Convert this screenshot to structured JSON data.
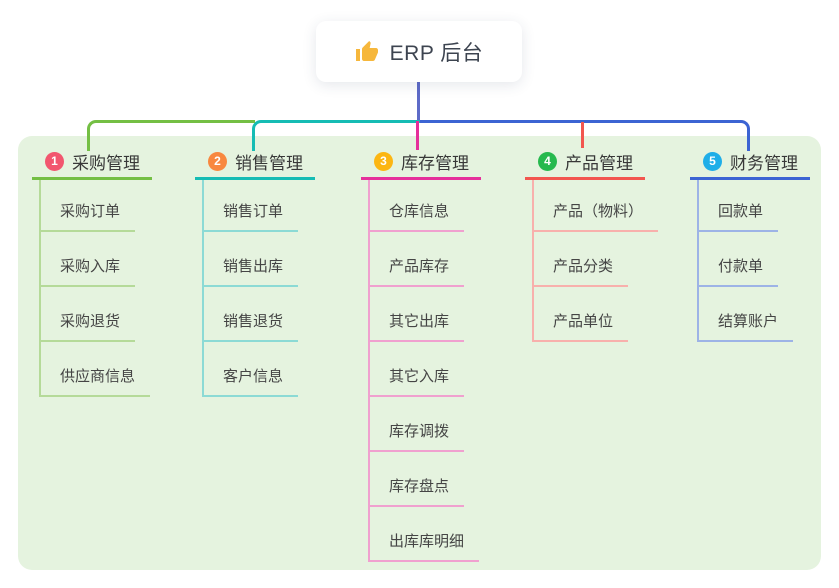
{
  "root": {
    "title": "ERP 后台",
    "icon": "thumbs-up"
  },
  "branches": [
    {
      "index": "1",
      "label": "采购管理",
      "badge_color": "#f2566f",
      "line_color": "#74bf44",
      "light_color": "#b5da99",
      "children": [
        "采购订单",
        "采购入库",
        "采购退货",
        "供应商信息"
      ]
    },
    {
      "index": "2",
      "label": "销售管理",
      "badge_color": "#f8883f",
      "line_color": "#16bcb4",
      "light_color": "#8cdad5",
      "children": [
        "销售订单",
        "销售出库",
        "销售退货",
        "客户信息"
      ]
    },
    {
      "index": "3",
      "label": "库存管理",
      "badge_color": "#fcb612",
      "line_color": "#e5309b",
      "light_color": "#f0a0cf",
      "children": [
        "仓库信息",
        "产品库存",
        "其它出库",
        "其它入库",
        "库存调拨",
        "库存盘点",
        "出库库明细"
      ]
    },
    {
      "index": "4",
      "label": "产品管理",
      "badge_color": "#26b94e",
      "line_color": "#f2564f",
      "light_color": "#f8b0ac",
      "children": [
        "产品（物料）",
        "产品分类",
        "产品单位"
      ]
    },
    {
      "index": "5",
      "label": "财务管理",
      "badge_color": "#1faee8",
      "line_color": "#3c64d3",
      "light_color": "#9db3e6",
      "children": [
        "回款单",
        "付款单",
        "结算账户"
      ]
    }
  ],
  "colors": {
    "trunk": "#5e6bc8",
    "panel_bg": "#e5f3df",
    "root_text": "#3d4450",
    "icon_yellow": "#f6b73c"
  }
}
